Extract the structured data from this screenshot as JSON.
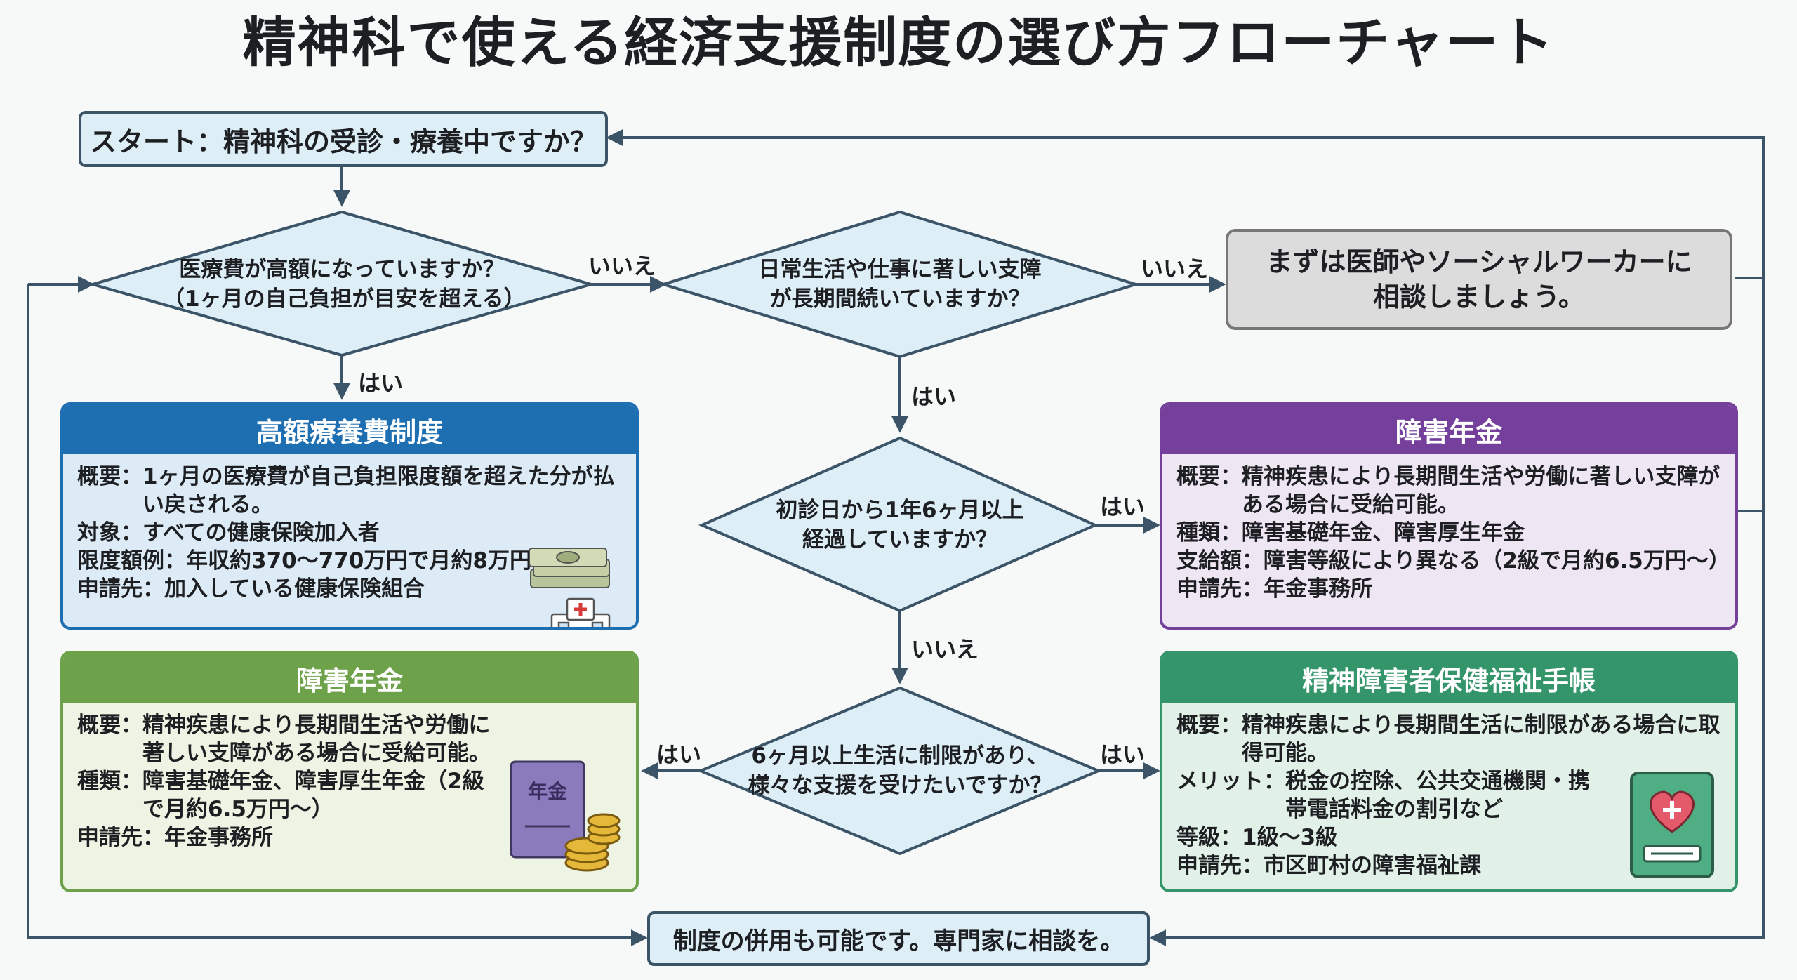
{
  "title": "精神科で使える経済支援制度の選び方フローチャート",
  "start": "スタート：精神科の受診・療養中ですか？",
  "q1": {
    "line1": "医療費が高額になっていますか？",
    "line2": "（1ヶ月の自己負担が目安を超える）"
  },
  "q2": {
    "line1": "日常生活や仕事に著しい支障",
    "line2": "が長期間続いていますか？"
  },
  "q3": {
    "line1": "初診日から1年6ヶ月以上",
    "line2": "経過していますか？"
  },
  "q4": {
    "line1": "6ヶ月以上生活に制限があり、",
    "line2": "様々な支援を受けたいですか？"
  },
  "consult": {
    "line1": "まずは医師やソーシャルワーカーに",
    "line2": "相談しましょう。"
  },
  "edges": {
    "q1_no": "いいえ",
    "q1_yes": "はい",
    "q2_no": "いいえ",
    "q2_yes": "はい",
    "q3_yes": "はい",
    "q3_no": "いいえ",
    "q4_left": "はい",
    "q4_right": "はい"
  },
  "card_high_cost": {
    "header": "高額療養費制度",
    "rows": [
      {
        "label": "概要：",
        "value": "1ヶ月の医療費が自己負担限度額を超えた分が払い戻される。"
      },
      {
        "label": "対象：",
        "value": "すべての健康保険加入者"
      },
      {
        "label": "限度額例：",
        "value": "年収約370〜770万円で月約8万円"
      },
      {
        "label": "申請先：",
        "value": "加入している健康保険組合"
      }
    ]
  },
  "card_pension_purple": {
    "header": "障害年金",
    "rows": [
      {
        "label": "概要：",
        "value": "精神疾患により長期間生活や労働に著しい支障がある場合に受給可能。"
      },
      {
        "label": "種類：",
        "value": "障害基礎年金、障害厚生年金"
      },
      {
        "label": "支給額：",
        "value": "障害等級により異なる（2級で月約6.5万円〜）"
      },
      {
        "label": "申請先：",
        "value": "年金事務所"
      }
    ]
  },
  "card_pension_green": {
    "header": "障害年金",
    "rows": [
      {
        "label": "概要：",
        "value": "精神疾患により長期間生活や労働に著しい支障がある場合に受給可能。"
      },
      {
        "label": "種類：",
        "value": "障害基礎年金、障害厚生年金（2級で月約6.5万円〜）"
      },
      {
        "label": "申請先：",
        "value": "年金事務所"
      }
    ],
    "icon_text": "年金"
  },
  "card_handbook": {
    "header": "精神障害者保健福祉手帳",
    "rows": [
      {
        "label": "概要：",
        "value": "精神疾患により長期間生活に制限がある場合に取得可能。"
      },
      {
        "label": "メリット：",
        "value": "税金の控除、公共交通機関・携帯電話料金の割引など"
      },
      {
        "label": "等級：",
        "value": "1級〜3級"
      },
      {
        "label": "申請先：",
        "value": "市区町村の障害福祉課"
      }
    ]
  },
  "bottom": "制度の併用も可能です。専門家に相談を。",
  "icons": [
    "money-stack-icon",
    "hospital-icon",
    "pension-book-coins-icon",
    "handbook-heart-icon"
  ],
  "colors": {
    "line": "#3b5468",
    "blue": "#1d6fb2",
    "purple": "#74409b",
    "green": "#6da24b",
    "teal": "#35956a"
  }
}
